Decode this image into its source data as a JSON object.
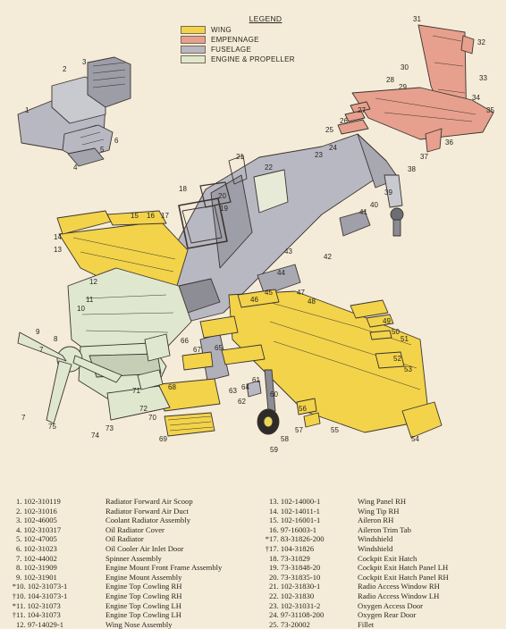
{
  "legend": {
    "title": "LEGEND",
    "items": [
      {
        "label": "WING",
        "color": "#f2d34a"
      },
      {
        "label": "EMPENNAGE",
        "color": "#e7a08d"
      },
      {
        "label": "FUSELAGE",
        "color": "#b8b8c2"
      },
      {
        "label": "ENGINE & PROPELLER",
        "color": "#dfe8cf"
      }
    ]
  },
  "callouts": [
    "1",
    "2",
    "3",
    "4",
    "5",
    "6",
    "7",
    "7",
    "8",
    "9",
    "10",
    "11",
    "12",
    "13",
    "14",
    "15",
    "16",
    "17",
    "18",
    "19",
    "20",
    "21",
    "22",
    "23",
    "24",
    "25",
    "26",
    "27",
    "28",
    "29",
    "30",
    "31",
    "32",
    "33",
    "34",
    "35",
    "36",
    "37",
    "38",
    "39",
    "40",
    "41",
    "42",
    "43",
    "44",
    "45",
    "46",
    "47",
    "48",
    "49",
    "50",
    "51",
    "52",
    "53",
    "54",
    "55",
    "56",
    "57",
    "58",
    "59",
    "60",
    "61",
    "62",
    "63",
    "64",
    "65",
    "66",
    "67",
    "68",
    "69",
    "70",
    "71",
    "72",
    "73",
    "74",
    "75"
  ],
  "parts_left": [
    {
      "mark": "",
      "num": "1.",
      "part": "102-310119",
      "desc": "Radiator Forward Air Scoop"
    },
    {
      "mark": "",
      "num": "2.",
      "part": "102-31016",
      "desc": "Radiator Forward Air Duct"
    },
    {
      "mark": "",
      "num": "3.",
      "part": "102-46005",
      "desc": "Coolant Radiator Assembly"
    },
    {
      "mark": "",
      "num": "4.",
      "part": "102-310317",
      "desc": "Oil Radiator Cover"
    },
    {
      "mark": "",
      "num": "5.",
      "part": "102-47005",
      "desc": "Oil Radiator"
    },
    {
      "mark": "",
      "num": "6.",
      "part": "102-31023",
      "desc": "Oil Cooler Air Inlet Door"
    },
    {
      "mark": "",
      "num": "7.",
      "part": "102-44002",
      "desc": "Spinner Assembly"
    },
    {
      "mark": "",
      "num": "8.",
      "part": "102-31909",
      "desc": "Engine Mount Front Frame Assembly"
    },
    {
      "mark": "",
      "num": "9.",
      "part": "102-31901",
      "desc": "Engine Mount Assembly"
    },
    {
      "mark": "*",
      "num": "10.",
      "part": "102-31073-1",
      "desc": "Engine Top Cowling RH"
    },
    {
      "mark": "†",
      "num": "10.",
      "part": "104-31073-1",
      "desc": "Engine Top Cowling RH"
    },
    {
      "mark": "*",
      "num": "11.",
      "part": "102-31073",
      "desc": "Engine Top Cowling LH"
    },
    {
      "mark": "†",
      "num": "11.",
      "part": "104-31073",
      "desc": "Engine Top Cowling LH"
    },
    {
      "mark": "",
      "num": "12.",
      "part": "97-14029-1",
      "desc": "Wing Nose Assembly"
    }
  ],
  "parts_right": [
    {
      "mark": "",
      "num": "13.",
      "part": "102-14000-1",
      "desc": "Wing Panel RH"
    },
    {
      "mark": "",
      "num": "14.",
      "part": "102-14011-1",
      "desc": "Wing Tip RH"
    },
    {
      "mark": "",
      "num": "15.",
      "part": "102-16001-1",
      "desc": "Aileron RH"
    },
    {
      "mark": "",
      "num": "16.",
      "part": "97-16003-1",
      "desc": "Aileron Trim Tab"
    },
    {
      "mark": "*",
      "num": "17.",
      "part": "83-31826-200",
      "desc": "Windshield"
    },
    {
      "mark": "†",
      "num": "17.",
      "part": "104-31826",
      "desc": "Windshield"
    },
    {
      "mark": "",
      "num": "18.",
      "part": "73-31829",
      "desc": "Cockpit Exit Hatch"
    },
    {
      "mark": "",
      "num": "19.",
      "part": "73-31848-20",
      "desc": "Cockpit Exit Hatch Panel LH"
    },
    {
      "mark": "",
      "num": "20.",
      "part": "73-31835-10",
      "desc": "Cockpit Exit Hatch Panel RH"
    },
    {
      "mark": "",
      "num": "21.",
      "part": "102-31830-1",
      "desc": "Radio Access Window RH"
    },
    {
      "mark": "",
      "num": "22.",
      "part": "102-31830",
      "desc": "Radio Access Window LH"
    },
    {
      "mark": "",
      "num": "23.",
      "part": "102-31031-2",
      "desc": "Oxygen Access Door"
    },
    {
      "mark": "",
      "num": "24.",
      "part": "97-31108-200",
      "desc": "Oxygen Rear Door"
    },
    {
      "mark": "",
      "num": "25.",
      "part": "73-20002",
      "desc": "Fillet"
    }
  ]
}
